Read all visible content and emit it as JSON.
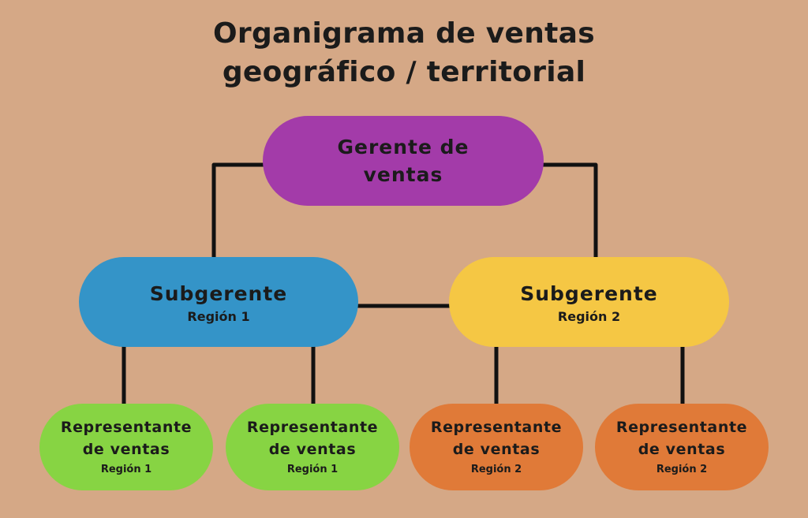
{
  "title": {
    "line1": "Organigrama de ventas",
    "line2": "geográfico / territorial"
  },
  "nodes": {
    "gerente": {
      "line1": "Gerente de",
      "line2": "ventas",
      "color": "#a33ba9"
    },
    "subgerente1": {
      "label": "Subgerente",
      "region": "Región 1",
      "color": "#3494c8"
    },
    "subgerente2": {
      "label": "Subgerente",
      "region": "Región 2",
      "color": "#f5c744"
    },
    "representantes": [
      {
        "line1": "Representante",
        "line2": "de ventas",
        "region": "Región 1",
        "color": "#87d443"
      },
      {
        "line1": "Representante",
        "line2": "de ventas",
        "region": "Región 1",
        "color": "#87d443"
      },
      {
        "line1": "Representante",
        "line2": "de ventas",
        "region": "Región 2",
        "color": "#e07a38"
      },
      {
        "line1": "Representante",
        "line2": "de ventas",
        "region": "Región 2",
        "color": "#e07a38"
      }
    ]
  },
  "colors": {
    "background": "#d5a886",
    "connector": "#111111"
  }
}
